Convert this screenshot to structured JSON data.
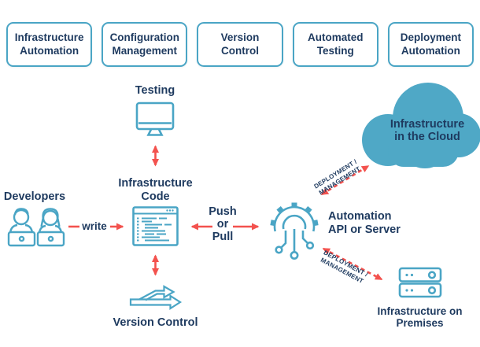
{
  "top_boxes": [
    {
      "label": "Infrastructure Automation"
    },
    {
      "label": "Configuration Management"
    },
    {
      "label": "Version Control"
    },
    {
      "label": "Automated Testing"
    },
    {
      "label": "Deployment Automation"
    }
  ],
  "nodes": {
    "testing": {
      "label": "Testing"
    },
    "developers": {
      "label": "Developers"
    },
    "infrastructure_code": {
      "label": "Infrastructure Code"
    },
    "version_control": {
      "label": "Version Control"
    },
    "automation": {
      "label": "Automation API or Server"
    },
    "cloud": {
      "label": "Infrastructure in the Cloud"
    },
    "on_premises": {
      "label": "Infrastructure on Premises"
    }
  },
  "edges": {
    "write": {
      "label": "write"
    },
    "push_pull": {
      "label": "Push or Pull"
    },
    "deploy_cloud": {
      "line1": "DEPLOYMENT /",
      "line2": "MANAGEMENT"
    },
    "deploy_premises": {
      "line1": "DEPLOYMENT /",
      "line2": "MANAGEMENT"
    }
  },
  "colors": {
    "teal": "#4AA5C5",
    "cloud_fill": "#4FA8C6",
    "navy": "#1E3A5F",
    "red": "#F3524E",
    "background": "#FFFFFF"
  }
}
